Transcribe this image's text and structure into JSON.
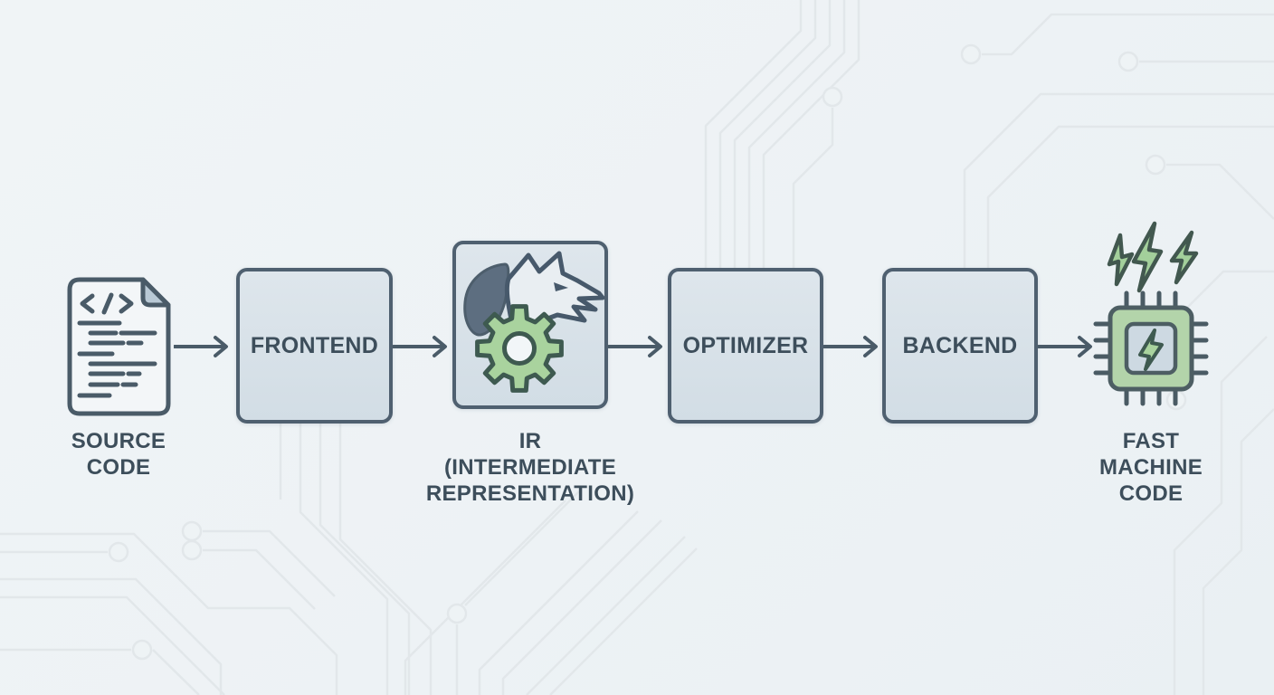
{
  "diagram": {
    "kind": "compiler-pipeline-flowchart",
    "colors": {
      "background": "#EEF3F5",
      "node_fill_top": "#DEE6EC",
      "node_fill_bottom": "#D2DDE5",
      "node_border": "#4F6070",
      "label_text": "#3D4E5B",
      "arrow": "#4A5B68",
      "accent_green_fill": "#A9D39E",
      "accent_green_stroke": "#3E5A50",
      "dragon_wing_fill": "#5D6E80",
      "document_fill": "#F3F6F8",
      "document_fold_fill": "#B9C9D5",
      "chip_body_fill": "#B3D4AA",
      "chip_die_fill": "#CDD9E2",
      "circuit_trace": "#E2E7EA"
    },
    "pipeline": {
      "connector_icon": "arrow-right-icon",
      "stages": [
        {
          "id": "source-code",
          "type": "icon",
          "icon": "source-code-document-icon",
          "lines": [
            "SOURCE",
            "CODE"
          ]
        },
        {
          "id": "frontend",
          "type": "box",
          "label": "FRONTEND"
        },
        {
          "id": "ir",
          "type": "icon-box",
          "icon": "dragon-gear-icon",
          "lines": [
            "IR",
            "(INTERMEDIATE",
            "REPRESENTATION)"
          ]
        },
        {
          "id": "optimizer",
          "type": "box",
          "label": "OPTIMIZER"
        },
        {
          "id": "backend",
          "type": "box",
          "label": "BACKEND"
        },
        {
          "id": "fast-machine-code",
          "type": "icon",
          "icon": "cpu-lightning-icon",
          "lines": [
            "FAST",
            "MACHINE",
            "CODE"
          ]
        }
      ]
    }
  }
}
